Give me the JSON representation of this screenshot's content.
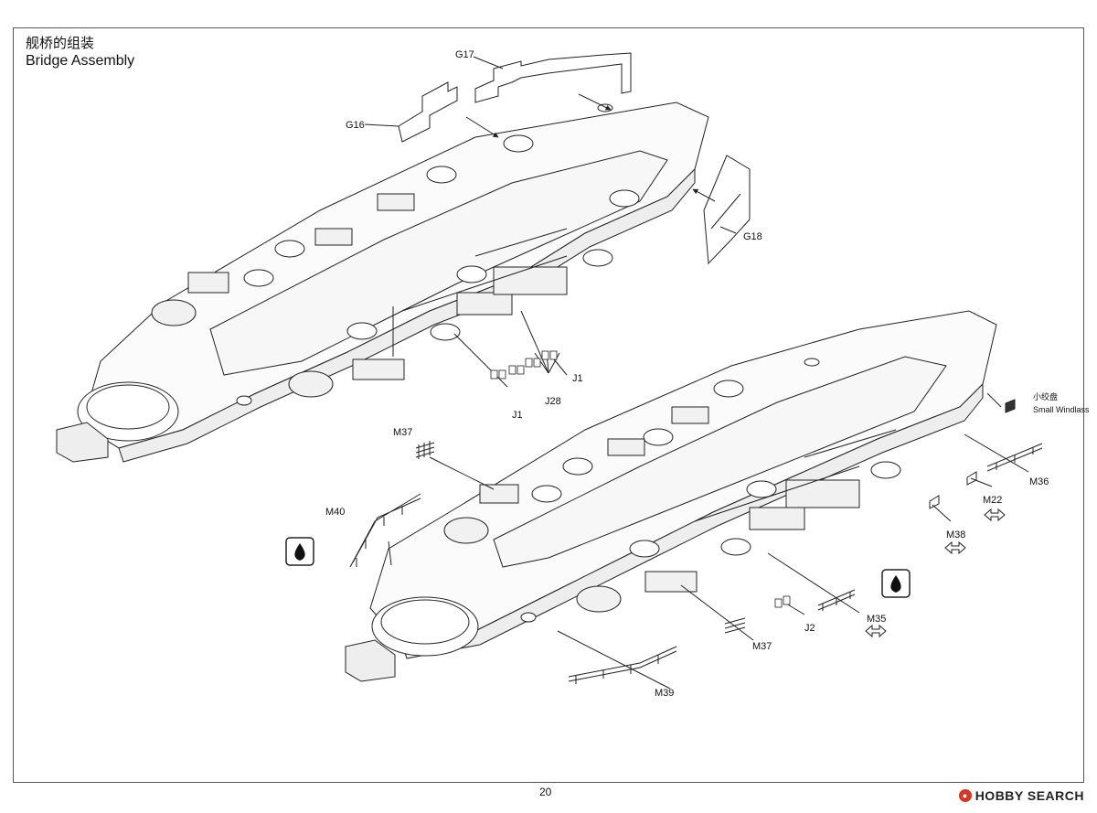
{
  "header": {
    "title_cn": "舰桥的组装",
    "title_en": "Bridge Assembly"
  },
  "labels": {
    "G16": "G16",
    "G17": "G17",
    "G18": "G18",
    "J1": "J1",
    "J28": "J28",
    "J1_bottom": "J1",
    "M37_top": "M37",
    "M40": "M40",
    "windlass_cn": "小绞盘",
    "windlass_en": "Small Windlass",
    "M36": "M36",
    "M22": "M22",
    "M38": "M38",
    "M35": "M35",
    "J2": "J2",
    "M37_bottom": "M37",
    "M39": "M39"
  },
  "footer": {
    "page_number": "20",
    "watermark": "HOBBY SEARCH"
  }
}
